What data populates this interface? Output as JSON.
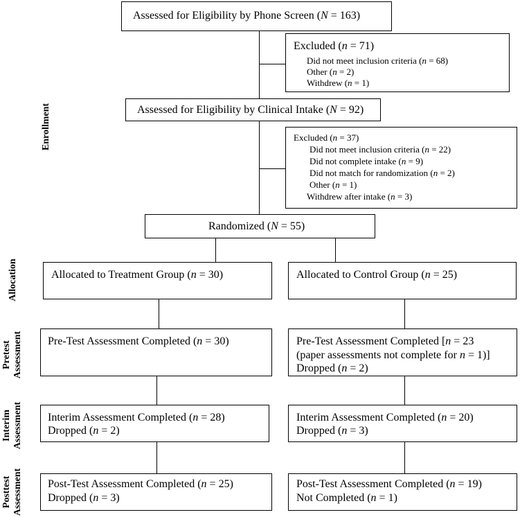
{
  "sections": {
    "enrollment": "Enrollment",
    "allocation": "Allocation",
    "pretest_1": "Pretest",
    "pretest_2": "Assessment",
    "interim_1": "Interim",
    "interim_2": "Assessment",
    "posttest_1": "Posttest",
    "posttest_2": "Assessment"
  },
  "phone_screen": {
    "pre": "Assessed for Eligibility by Phone Screen (",
    "var": "N",
    "post": " = 163)"
  },
  "excluded1": {
    "title": {
      "pre": "Excluded (",
      "var": "n",
      "post": " = 71)"
    },
    "items": [
      {
        "pre": "Did not meet inclusion criteria (",
        "var": "n",
        "post": " = 68)"
      },
      {
        "pre": "Other (",
        "var": "n",
        "post": " = 2)"
      },
      {
        "pre": "Withdrew (",
        "var": "n",
        "post": " = 1)"
      }
    ]
  },
  "clinical_intake": {
    "pre": "Assessed for Eligibility by Clinical Intake (",
    "var": "N",
    "post": " = 92)"
  },
  "excluded2": {
    "title": {
      "pre": "Excluded (",
      "var": "n",
      "post": " = 37)"
    },
    "items": [
      {
        "pre": "Did not meet inclusion criteria (",
        "var": "n",
        "post": " = 22)"
      },
      {
        "pre": "Did not complete intake (",
        "var": "n",
        "post": " = 9)"
      },
      {
        "pre": "Did not match for randomization (",
        "var": "n",
        "post": " = 2)"
      },
      {
        "pre": "Other (",
        "var": "n",
        "post": " = 1)"
      },
      {
        "pre": "Withdrew after intake (",
        "var": "n",
        "post": " = 3)"
      }
    ]
  },
  "randomized": {
    "pre": "Randomized (",
    "var": "N",
    "post": " = 55)"
  },
  "treatment": {
    "allocated": {
      "pre": "Allocated to Treatment Group (",
      "var": "n",
      "post": " = 30)"
    },
    "pretest": {
      "pre": "Pre-Test Assessment Completed (",
      "var": "n",
      "post": " = 30)"
    },
    "interim": {
      "pre": "Interim Assessment Completed (",
      "var": "n",
      "post": " = 28)"
    },
    "interim_drop": {
      "pre": "Dropped (",
      "var": "n",
      "post": " = 2)"
    },
    "posttest": {
      "pre": "Post-Test Assessment Completed (",
      "var": "n",
      "post": " = 25)"
    },
    "posttest_drop": {
      "pre": "Dropped (",
      "var": "n",
      "post": " = 3)"
    }
  },
  "control": {
    "allocated": {
      "pre": "Allocated to Control Group (",
      "var": "n",
      "post": " = 25)"
    },
    "pretest": {
      "pre": "Pre-Test Assessment Completed [",
      "var": "n",
      "post": " = 23"
    },
    "pretest_note": {
      "pre": "(paper assessments not complete for ",
      "var": "n",
      "post": " = 1)]"
    },
    "pretest_drop": {
      "pre": "Dropped (",
      "var": "n",
      "post": " = 2)"
    },
    "interim": {
      "pre": "Interim Assessment Completed (",
      "var": "n",
      "post": " = 20)"
    },
    "interim_drop": {
      "pre": "Dropped (",
      "var": "n",
      "post": " = 3)"
    },
    "posttest": {
      "pre": "Post-Test Assessment Completed (",
      "var": "n",
      "post": " = 19)"
    },
    "posttest_drop": {
      "pre": "Not Completed (",
      "var": "n",
      "post": " = 1)"
    }
  }
}
